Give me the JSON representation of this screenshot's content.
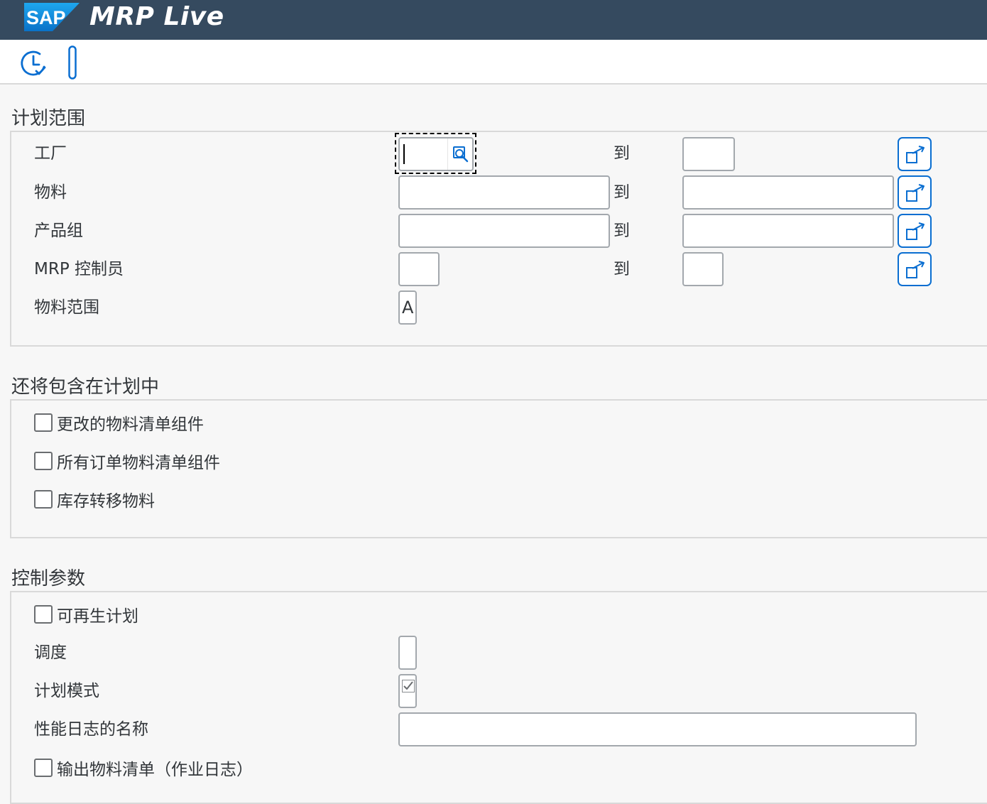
{
  "header": {
    "logo_text": "SAP",
    "app_title": "MRP Live",
    "brand_color": "#354a5f",
    "logo_color": "#1d8ae0"
  },
  "toolbar": {
    "items": [
      {
        "icon": "execute-clock-icon",
        "interactable": true
      },
      {
        "icon": "toolbar-separator",
        "interactable": false
      }
    ]
  },
  "planning_scope": {
    "title": "计划范围",
    "to_label": "到",
    "rows": [
      {
        "label": "工厂",
        "from_value": "",
        "to_value": ""
      },
      {
        "label": "物料",
        "from_value": "",
        "to_value": ""
      },
      {
        "label": "产品组",
        "from_value": "",
        "to_value": ""
      },
      {
        "label": "MRP 控制员",
        "from_value": "",
        "to_value": ""
      },
      {
        "label": "物料范围",
        "from_value": "A"
      }
    ]
  },
  "also_include": {
    "title": "还将包含在计划中",
    "options": [
      {
        "label": "更改的物料清单组件",
        "checked": false
      },
      {
        "label": "所有订单物料清单组件",
        "checked": false
      },
      {
        "label": "库存转移物料",
        "checked": false
      }
    ]
  },
  "control_params": {
    "title": "控制参数",
    "regenerative_planning": {
      "label": "可再生计划",
      "checked": false
    },
    "scheduling": {
      "label": "调度",
      "value": ""
    },
    "planning_mode": {
      "label": "计划模式",
      "checked": true
    },
    "perf_log_name": {
      "label": "性能日志的名称",
      "value": ""
    },
    "output_bom": {
      "label": "输出物料清单（作业日志）",
      "checked": false
    }
  }
}
